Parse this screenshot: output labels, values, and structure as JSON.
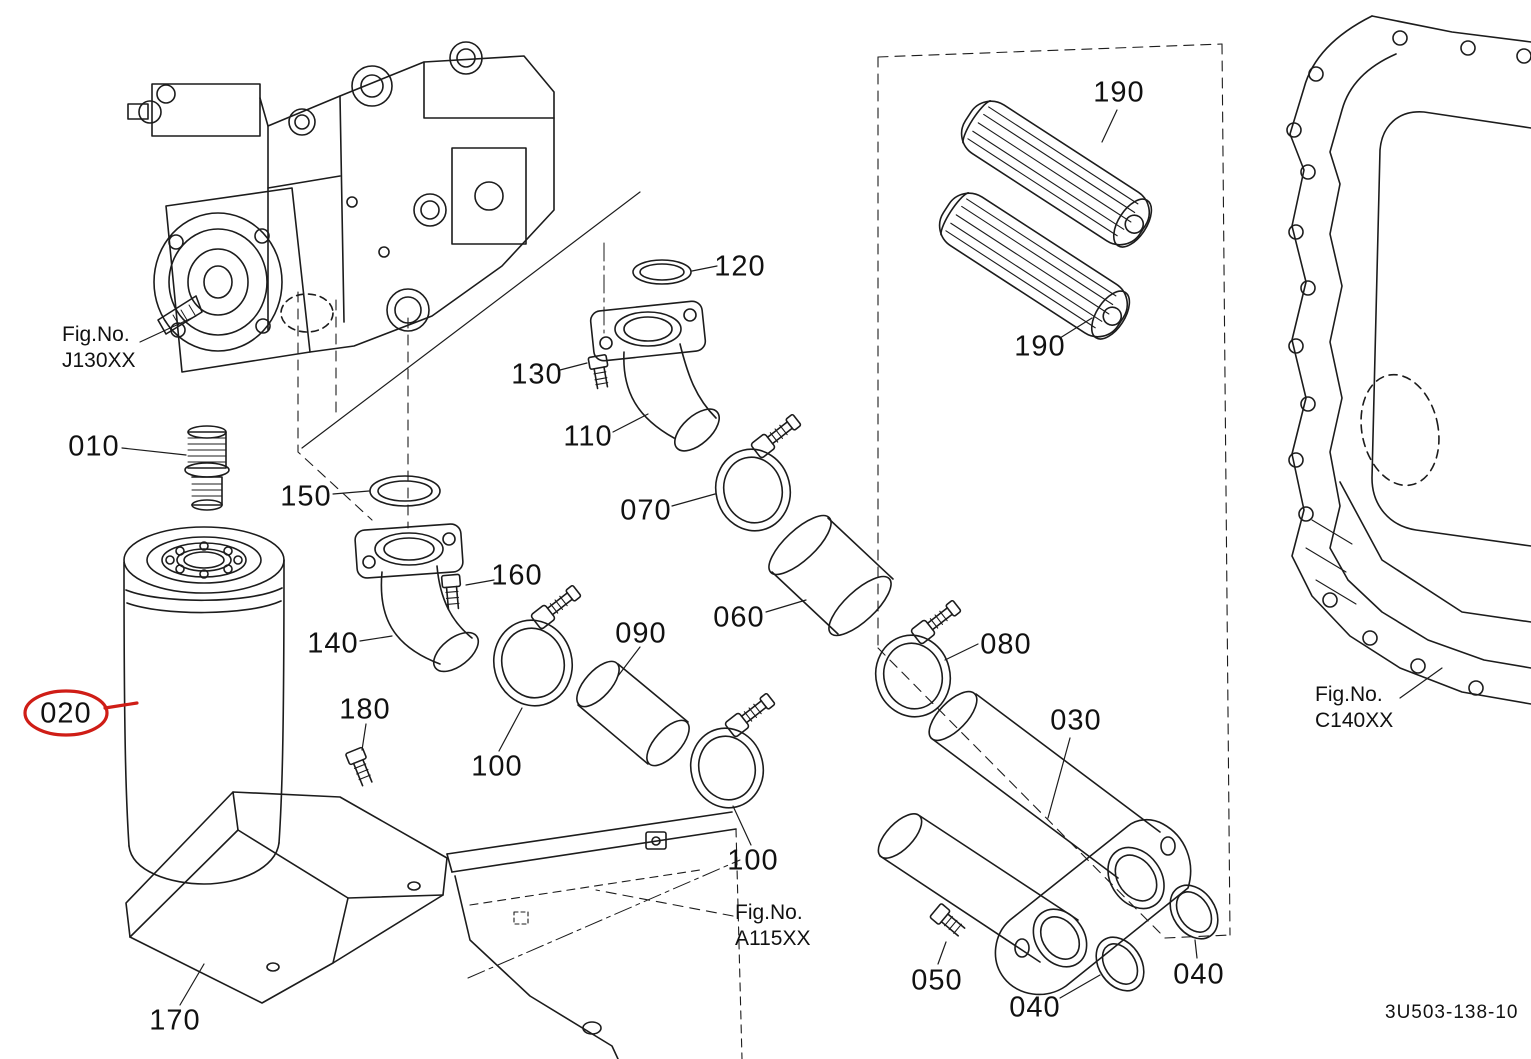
{
  "diagram": {
    "drawing_number": "3U503-138-10",
    "highlight_color": "#cf1d16",
    "line_color": "#1c1c1c",
    "callouts": {
      "c010": "010",
      "c020": "020",
      "c030": "030",
      "c040_a": "040",
      "c040_b": "040",
      "c050": "050",
      "c060": "060",
      "c070": "070",
      "c080": "080",
      "c090": "090",
      "c100_a": "100",
      "c100_b": "100",
      "c110": "110",
      "c120": "120",
      "c130": "130",
      "c140": "140",
      "c150": "150",
      "c160": "160",
      "c170": "170",
      "c180": "180",
      "c190_a": "190",
      "c190_b": "190"
    },
    "fig_refs": {
      "pump": {
        "line1": "Fig.No.",
        "line2": "J130XX"
      },
      "case": {
        "line1": "Fig.No.",
        "line2": "C140XX"
      },
      "frame": {
        "line1": "Fig.No.",
        "line2": "A115XX"
      }
    }
  }
}
